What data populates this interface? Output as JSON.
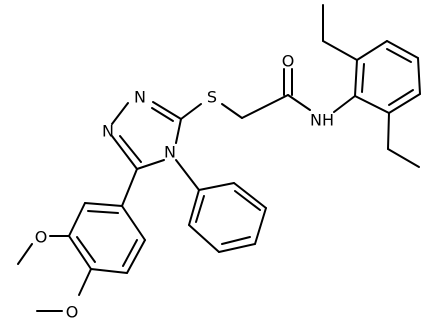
{
  "molecule": {
    "atoms": {
      "o_carbonyl": "O",
      "n_amide": "NH",
      "s_thioether": "S",
      "n_ring_1": "N",
      "n_ring_2": "N",
      "n_ring_4": "N",
      "o_methoxy_1": "O",
      "o_methoxy_2": "O"
    }
  }
}
